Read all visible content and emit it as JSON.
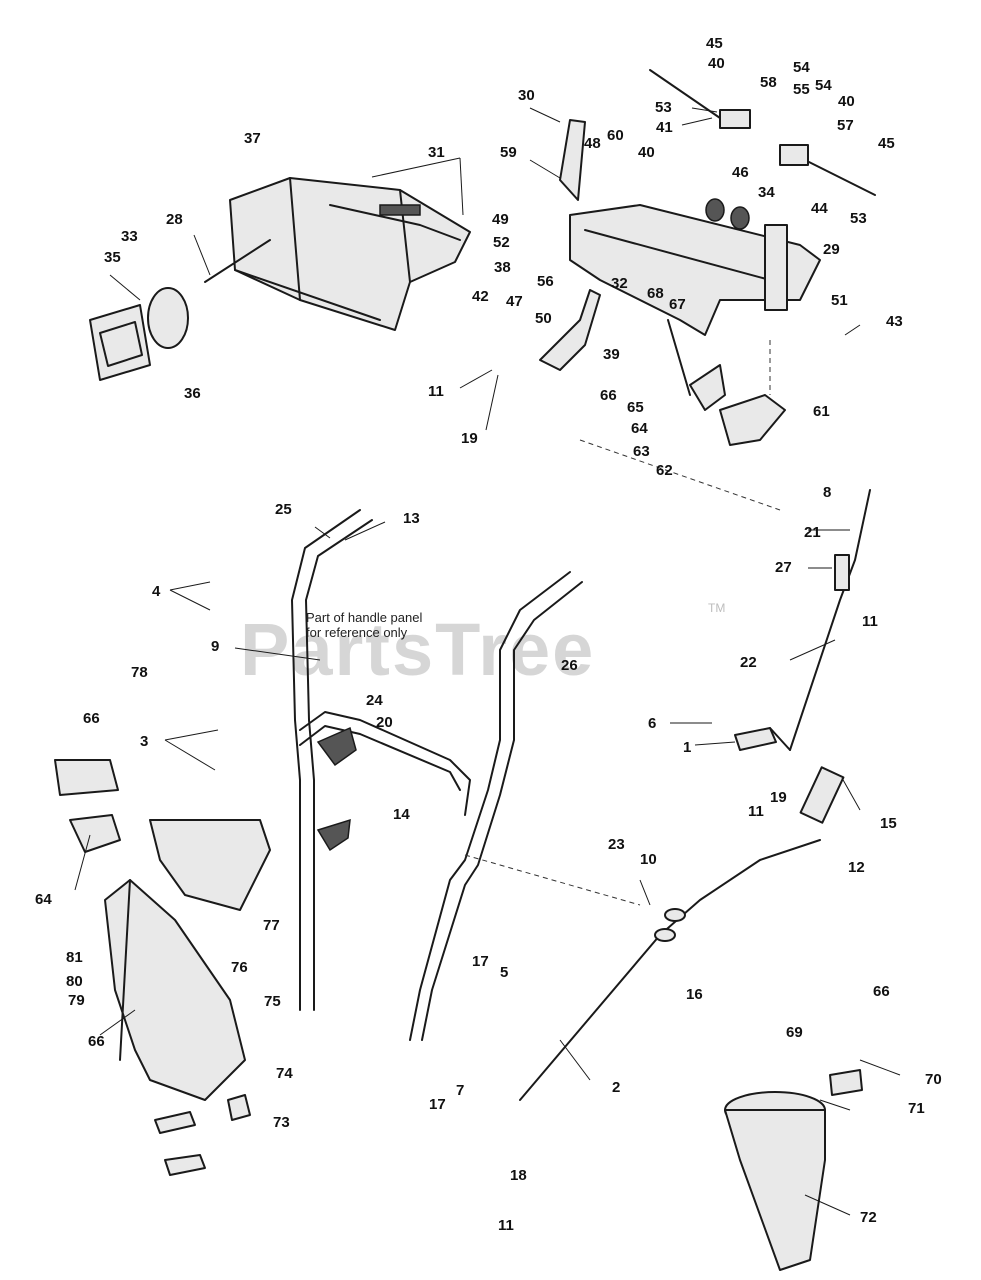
{
  "watermark": {
    "text": "PartsTree",
    "tm": "TM"
  },
  "note": {
    "line1": "Part of handle panel",
    "line2": "for reference only"
  },
  "callouts": [
    {
      "id": "c45a",
      "text": "45"
    },
    {
      "id": "c40a",
      "text": "40"
    },
    {
      "id": "c54a",
      "text": "54"
    },
    {
      "id": "c58",
      "text": "58"
    },
    {
      "id": "c55",
      "text": "55"
    },
    {
      "id": "c54b",
      "text": "54"
    },
    {
      "id": "c40b",
      "text": "40"
    },
    {
      "id": "c53a",
      "text": "53"
    },
    {
      "id": "c41",
      "text": "41"
    },
    {
      "id": "c57",
      "text": "57"
    },
    {
      "id": "c30",
      "text": "30"
    },
    {
      "id": "c46",
      "text": "46"
    },
    {
      "id": "c45b",
      "text": "45"
    },
    {
      "id": "c37",
      "text": "37"
    },
    {
      "id": "c31",
      "text": "31"
    },
    {
      "id": "c59",
      "text": "59"
    },
    {
      "id": "c48",
      "text": "48"
    },
    {
      "id": "c60",
      "text": "60"
    },
    {
      "id": "c40c",
      "text": "40"
    },
    {
      "id": "c34",
      "text": "34"
    },
    {
      "id": "c44",
      "text": "44"
    },
    {
      "id": "c53b",
      "text": "53"
    },
    {
      "id": "c49",
      "text": "49"
    },
    {
      "id": "c52",
      "text": "52"
    },
    {
      "id": "c29",
      "text": "29"
    },
    {
      "id": "c28",
      "text": "28"
    },
    {
      "id": "c33",
      "text": "33"
    },
    {
      "id": "c35",
      "text": "35"
    },
    {
      "id": "c38",
      "text": "38"
    },
    {
      "id": "c32",
      "text": "32"
    },
    {
      "id": "c56",
      "text": "56"
    },
    {
      "id": "c68",
      "text": "68"
    },
    {
      "id": "c67",
      "text": "67"
    },
    {
      "id": "c51",
      "text": "51"
    },
    {
      "id": "c42",
      "text": "42"
    },
    {
      "id": "c47",
      "text": "47"
    },
    {
      "id": "c50",
      "text": "50"
    },
    {
      "id": "c43",
      "text": "43"
    },
    {
      "id": "c36",
      "text": "36"
    },
    {
      "id": "c39",
      "text": "39"
    },
    {
      "id": "c11a",
      "text": "11"
    },
    {
      "id": "c66a",
      "text": "66"
    },
    {
      "id": "c65",
      "text": "65"
    },
    {
      "id": "c64a",
      "text": "64"
    },
    {
      "id": "c61",
      "text": "61"
    },
    {
      "id": "c19a",
      "text": "19"
    },
    {
      "id": "c63",
      "text": "63"
    },
    {
      "id": "c62",
      "text": "62"
    },
    {
      "id": "c8",
      "text": "8"
    },
    {
      "id": "c25",
      "text": "25"
    },
    {
      "id": "c13",
      "text": "13"
    },
    {
      "id": "c21",
      "text": "21"
    },
    {
      "id": "c27",
      "text": "27"
    },
    {
      "id": "c4",
      "text": "4"
    },
    {
      "id": "c11b",
      "text": "11"
    },
    {
      "id": "c9",
      "text": "9"
    },
    {
      "id": "c26",
      "text": "26"
    },
    {
      "id": "c22",
      "text": "22"
    },
    {
      "id": "c78",
      "text": "78"
    },
    {
      "id": "c24",
      "text": "24"
    },
    {
      "id": "c66b",
      "text": "66"
    },
    {
      "id": "c20",
      "text": "20"
    },
    {
      "id": "c6",
      "text": "6"
    },
    {
      "id": "c3",
      "text": "3"
    },
    {
      "id": "c1",
      "text": "1"
    },
    {
      "id": "c14",
      "text": "14"
    },
    {
      "id": "c11c",
      "text": "11"
    },
    {
      "id": "c19b",
      "text": "19"
    },
    {
      "id": "c15",
      "text": "15"
    },
    {
      "id": "c23",
      "text": "23"
    },
    {
      "id": "c10",
      "text": "10"
    },
    {
      "id": "c12",
      "text": "12"
    },
    {
      "id": "c64b",
      "text": "64"
    },
    {
      "id": "c77",
      "text": "77"
    },
    {
      "id": "c76",
      "text": "76"
    },
    {
      "id": "c81",
      "text": "81"
    },
    {
      "id": "c80",
      "text": "80"
    },
    {
      "id": "c79",
      "text": "79"
    },
    {
      "id": "c16",
      "text": "16"
    },
    {
      "id": "c17a",
      "text": "17"
    },
    {
      "id": "c5",
      "text": "5"
    },
    {
      "id": "c75",
      "text": "75"
    },
    {
      "id": "c66c",
      "text": "66"
    },
    {
      "id": "c66d",
      "text": "66"
    },
    {
      "id": "c69",
      "text": "69"
    },
    {
      "id": "c74",
      "text": "74"
    },
    {
      "id": "c70",
      "text": "70"
    },
    {
      "id": "c2",
      "text": "2"
    },
    {
      "id": "c71",
      "text": "71"
    },
    {
      "id": "c17b",
      "text": "17"
    },
    {
      "id": "c7",
      "text": "7"
    },
    {
      "id": "c73",
      "text": "73"
    },
    {
      "id": "c18",
      "text": "18"
    },
    {
      "id": "c72",
      "text": "72"
    },
    {
      "id": "c11d",
      "text": "11"
    }
  ]
}
